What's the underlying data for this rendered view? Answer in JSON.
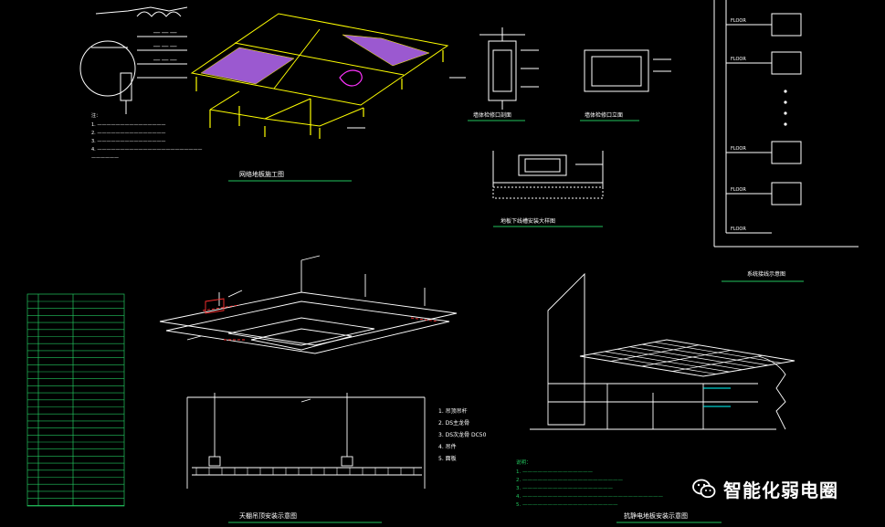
{
  "sheet": {
    "background": "#000000",
    "titles": {
      "floor_plan": "网络地板施工图",
      "wall_section": "墙体检修口剖面",
      "wall_elevation": "墙体检修口立面",
      "under_floor": "地板下线槽安装大样图",
      "wiring_diagram": "系统接线示意图",
      "ceiling_iso": "天棚吊顶安装示意图",
      "floor_section": "抗静电地板安装示意图"
    },
    "ceiling_notes": [
      "1. 吊顶吊杆",
      "2. DS主龙骨",
      "3. DS次龙骨 DC50",
      "4. 吊件",
      "5. 面板"
    ],
    "wiring_labels": [
      "FLOOR",
      "FLOOR",
      "FLOOR",
      "FLOOR",
      "FLOOR"
    ],
    "colors": {
      "green": "#22c55e",
      "yellow": "#ffff00",
      "white": "#ffffff",
      "purple": "#9b59d0",
      "magenta": "#ff33ff",
      "red": "#ff3030",
      "cyan": "#00ffff"
    }
  },
  "watermark": {
    "icon": "wechat-icon",
    "text": "智能化弱电圈"
  }
}
